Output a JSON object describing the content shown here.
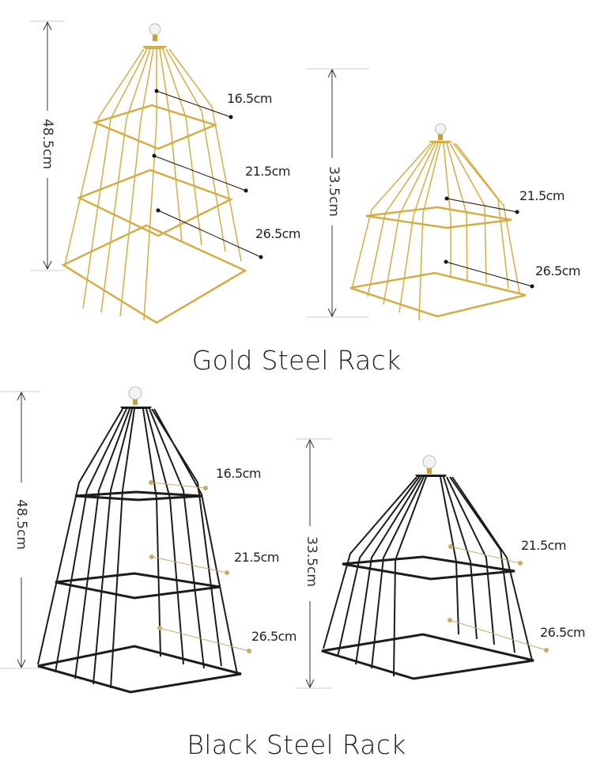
{
  "colors": {
    "gold": "#d6ad45",
    "black": "#1c1c1c",
    "leader_gold": "#c9ab6a",
    "leader_black": "#111111",
    "text": "#222222"
  },
  "gold_section": {
    "caption": "Gold Steel Rack",
    "three_tier": {
      "height": "48.5cm",
      "tiers": [
        "16.5cm",
        "21.5cm",
        "26.5cm"
      ]
    },
    "two_tier": {
      "height": "33.5cm",
      "tiers": [
        "21.5cm",
        "26.5cm"
      ]
    }
  },
  "black_section": {
    "caption": "Black Steel Rack",
    "three_tier": {
      "height": "48.5cm",
      "tiers": [
        "16.5cm",
        "21.5cm",
        "26.5cm"
      ]
    },
    "two_tier": {
      "height": "33.5cm",
      "tiers": [
        "21.5cm",
        "26.5cm"
      ]
    }
  }
}
